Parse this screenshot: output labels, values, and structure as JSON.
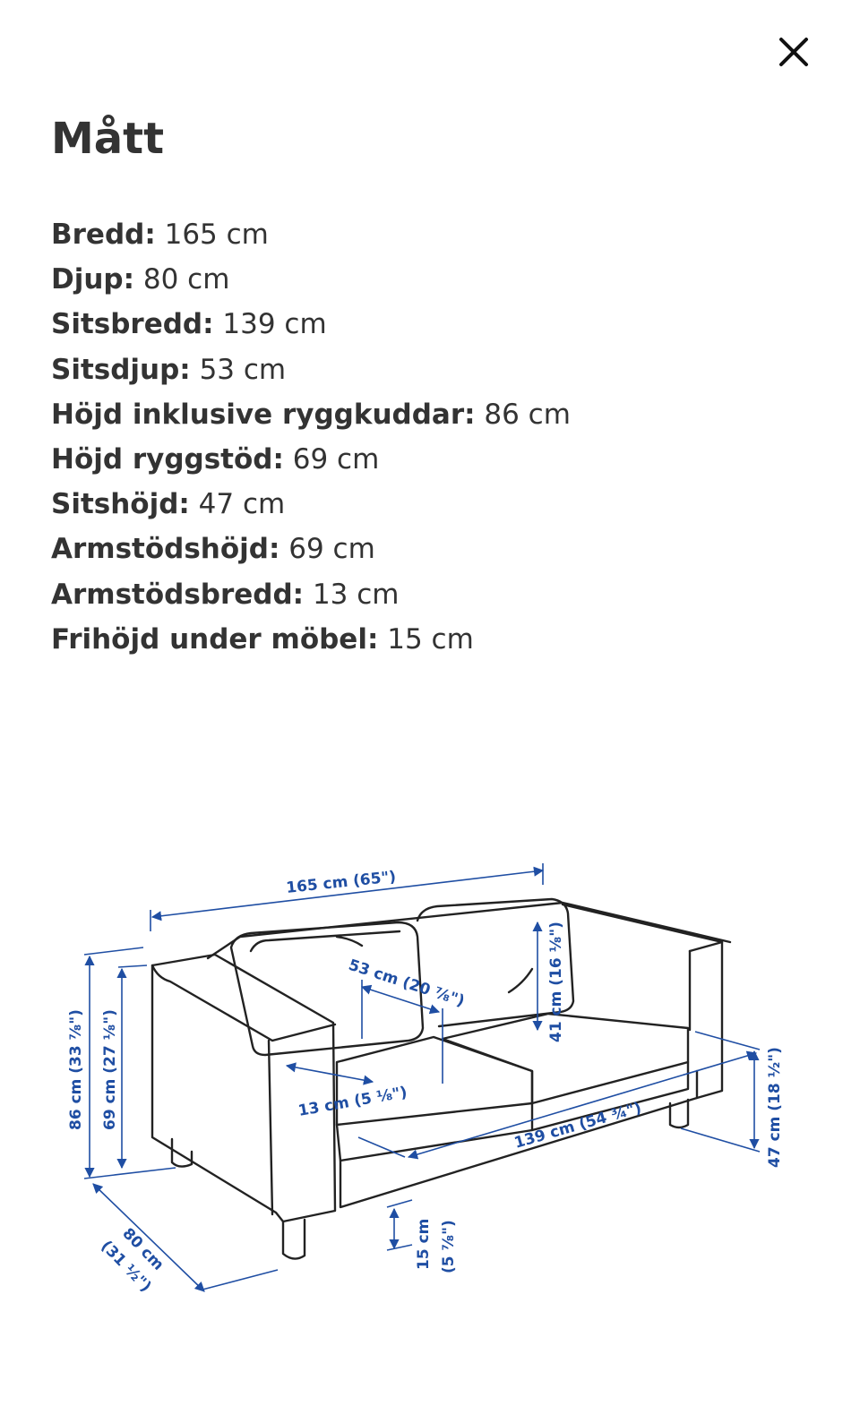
{
  "header": {
    "title": "Mått",
    "close_icon": "close-icon"
  },
  "dimensions": [
    {
      "label": "Bredd:",
      "value": "165 cm"
    },
    {
      "label": "Djup:",
      "value": "80 cm"
    },
    {
      "label": "Sitsbredd:",
      "value": "139 cm"
    },
    {
      "label": "Sitsdjup:",
      "value": "53 cm"
    },
    {
      "label": "Höjd inklusive ryggkuddar:",
      "value": "86 cm"
    },
    {
      "label": "Höjd ryggstöd:",
      "value": "69 cm"
    },
    {
      "label": "Sitshöjd:",
      "value": "47 cm"
    },
    {
      "label": "Armstödshöjd:",
      "value": "69 cm"
    },
    {
      "label": "Armstödsbredd:",
      "value": "13 cm"
    },
    {
      "label": "Frihöjd under möbel:",
      "value": "15 cm"
    }
  ],
  "diagram": {
    "line_color": "#1f4ea3",
    "outline_color": "#222222",
    "labels": {
      "width": "165 cm (65\")",
      "seat_depth": "53 cm (20 ⅞\")",
      "back_cushion": "41 cm (16 ⅛\")",
      "height_total": "86 cm (33 ⅞\")",
      "height_back": "69 cm (27 ⅛\")",
      "arm_width": "13 cm (5 ⅛\")",
      "seat_width": "139 cm (54 ¾\")",
      "seat_height": "47 cm (18 ½\")",
      "depth_cm": "80 cm",
      "depth_in": "(31 ½\")",
      "clearance_cm": "15 cm",
      "clearance_in": "(5 ⅞\")"
    }
  }
}
